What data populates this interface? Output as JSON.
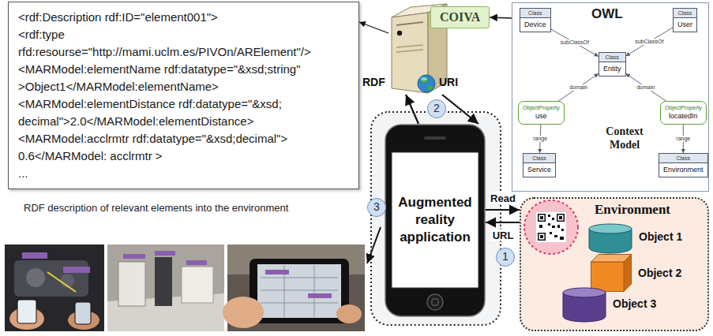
{
  "diagram": {
    "nodes": [
      {
        "text": [
          "<rdf:Description rdf:ID=\"element001\">",
          "<rdf:type rfd:resourse=\"http://mami.uclm.es/PIVOn/ARElement\"/>",
          "<MARModel:elementName rdf:datatype=\"&xsd;string\" >Object1</MARModel:elementName>",
          "<MARModel:elementDistance rdf:datatype=\"&xsd; decimal\">2.0</MARModel:elementDistance>",
          "<MARModel:acclrmtr rdf:datatype=\"&xsd;decimal\"> 0.6</MARModel: acclrmtr >",
          "..."
        ]
      },
      {
        "text": [
          "RDF",
          "URI"
        ]
      },
      {
        "text": [
          "COIVA"
        ]
      },
      {
        "text": [
          "OWL",
          "Context Model"
        ]
      },
      {
        "text": [
          "Class",
          "Device"
        ],
        "in": 3
      },
      {
        "text": [
          "Class",
          "User"
        ],
        "in": 3
      },
      {
        "text": [
          "Class",
          "Entity"
        ],
        "in": 3
      },
      {
        "text": [
          "ObjectProperty",
          "use"
        ],
        "in": 3
      },
      {
        "text": [
          "ObjectProperty",
          "locatedIn"
        ],
        "in": 3
      },
      {
        "text": [
          "Class",
          "Service"
        ],
        "in": 3
      },
      {
        "text": [
          "Class",
          "Environment"
        ],
        "in": 3
      },
      {
        "text": [
          "2"
        ]
      },
      {
        "text": [
          "Augmented reality application"
        ]
      },
      {
        "text": [
          "3"
        ]
      },
      {
        "text": [
          "1"
        ]
      },
      {
        "text": [
          "Environment"
        ]
      },
      {
        "text": [
          "Object 1"
        ],
        "in": 15
      },
      {
        "text": [
          "Object 2"
        ],
        "in": 15
      },
      {
        "text": [
          "Object 3"
        ],
        "in": 15
      }
    ],
    "edges": [
      {
        "from": 1,
        "to": 0,
        "arrow": "to"
      },
      {
        "from": 3,
        "to": 2,
        "arrow": "to"
      },
      {
        "from": 4,
        "to": 6,
        "label": "subClassOf",
        "arrow": "to"
      },
      {
        "from": 5,
        "to": 6,
        "label": "subClassOf",
        "arrow": "to"
      },
      {
        "from": 7,
        "to": 6,
        "label": "domain",
        "arrow": "to"
      },
      {
        "from": 8,
        "to": 6,
        "label": "domain",
        "arrow": "to"
      },
      {
        "from": 7,
        "to": 9,
        "label": "range",
        "arrow": "to"
      },
      {
        "from": 8,
        "to": 10,
        "label": "range",
        "arrow": "to"
      },
      {
        "from": 12,
        "to": 1,
        "arrow": "to"
      },
      {
        "from": 1,
        "to": 12,
        "arrow": "to"
      },
      {
        "from": 12,
        "to": 15,
        "label": "Read",
        "arrow": "to"
      },
      {
        "from": 15,
        "to": 12,
        "label": "URL",
        "arrow": "to"
      }
    ],
    "labels": [
      "RDF description of relevant elements into the environment"
    ]
  }
}
